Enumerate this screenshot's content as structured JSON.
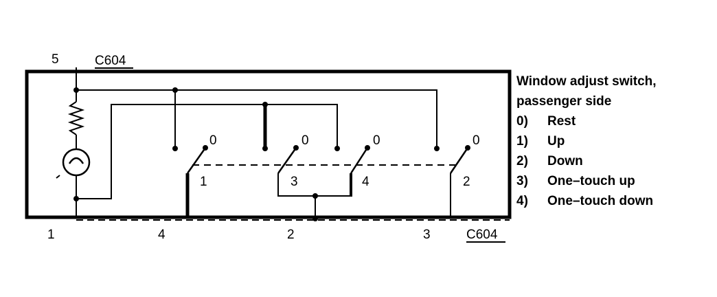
{
  "connector_top": {
    "pin": "5",
    "name": "C604"
  },
  "connector_bottom": {
    "pins": [
      "1",
      "4",
      "2",
      "3"
    ],
    "name": "C604"
  },
  "switch_labels": {
    "rest": [
      "0",
      "0",
      "0",
      "0"
    ],
    "positions": [
      "1",
      "3",
      "4",
      "2"
    ]
  },
  "legend": {
    "title_line1": "Window adjust switch,",
    "title_line2": "passenger side",
    "items": [
      {
        "code": "0)",
        "text": "Rest"
      },
      {
        "code": "1)",
        "text": "Up"
      },
      {
        "code": "2)",
        "text": "Down"
      },
      {
        "code": "3)",
        "text": "One–touch up"
      },
      {
        "code": "4)",
        "text": "One–touch down"
      }
    ]
  }
}
